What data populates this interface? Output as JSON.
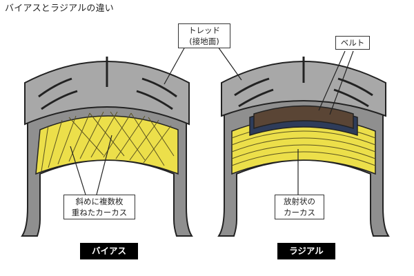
{
  "title": "バイアスとラジアルの違い",
  "callouts": {
    "tread_line1": "トレッド",
    "tread_line2": "(接地面)",
    "belt": "ベルト",
    "bias_carcass_line1": "斜めに複数枚",
    "bias_carcass_line2": "重ねたカーカス",
    "radial_carcass_line1": "放射状の",
    "radial_carcass_line2": "カーカス"
  },
  "labels": {
    "bias": "バイアス",
    "radial": "ラジアル"
  },
  "colors": {
    "tread_gray": "#a8a8a8",
    "sidewall_gray": "#8f8f8f",
    "rim_dark": "#6e6e6e",
    "carcass_yellow": "#ecdf4a",
    "belt_brown": "#5a4535",
    "belt_frame_blue": "#2e3c5a",
    "label_bg": "#000000",
    "label_text": "#ffffff"
  }
}
